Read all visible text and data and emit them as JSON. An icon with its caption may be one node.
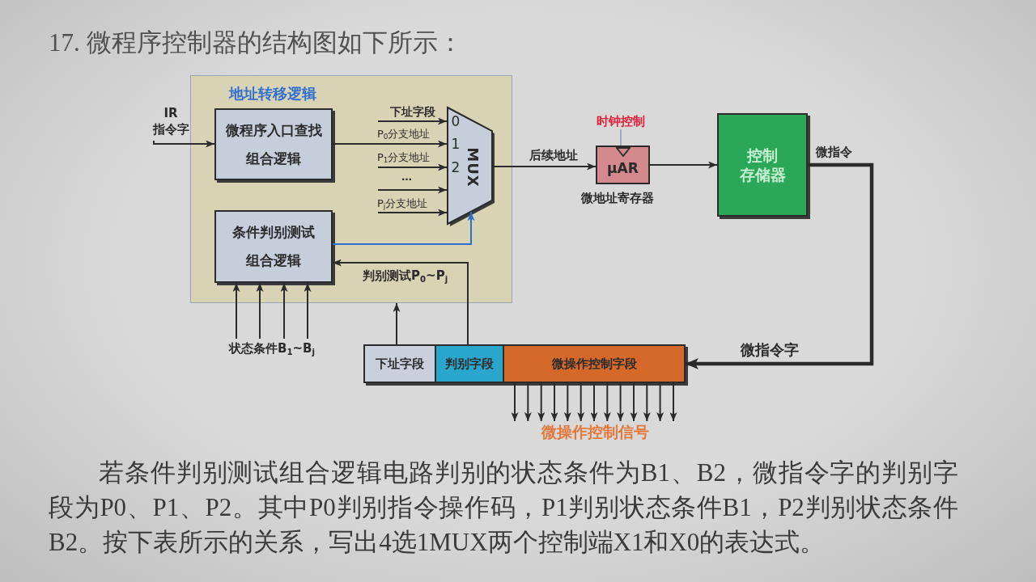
{
  "diagram": {
    "title": "17. 微程序控制器的结构图如下所示：",
    "nodes": [
      {
        "text": [
          "地址转移逻辑"
        ]
      },
      {
        "text": [
          "IR指令字"
        ]
      },
      {
        "text": [
          "微程序入口查找组合逻辑"
        ],
        "in": 0
      },
      {
        "text": [
          "0",
          "1",
          "2",
          "MUX"
        ],
        "in": 0
      },
      {
        "text": [
          "条件判别测试组合逻辑"
        ],
        "in": 0
      },
      {
        "text": [
          "μAR"
        ],
        "beside": [
          "微地址寄存器"
        ]
      },
      {
        "text": [
          "时钟控制"
        ]
      },
      {
        "text": [
          "控制存储器"
        ]
      },
      {
        "text": [
          "下址字段"
        ]
      },
      {
        "text": [
          "判别字段"
        ]
      },
      {
        "text": [
          "微操作控制字段"
        ]
      },
      {
        "text": [
          "状态条件B$_{1}$~B$_{j}$"
        ]
      },
      {
        "text": [
          "微操作控制信号"
        ]
      }
    ],
    "edges": [
      {
        "from": 1,
        "to": 2,
        "arrow": "to"
      },
      {
        "from": null,
        "to": 3,
        "arrow": "to",
        "label": "下址字段"
      },
      {
        "from": 2,
        "to": 3,
        "arrow": "to",
        "label": "P$_{0}$分支地址"
      },
      {
        "from": null,
        "to": 3,
        "arrow": "to",
        "label": "P$_{1}$分支地址"
      },
      {
        "from": null,
        "to": 3,
        "arrow": "to",
        "label": "…"
      },
      {
        "from": null,
        "to": 3,
        "arrow": "to",
        "label": "P$_{j}$分支地址"
      },
      {
        "from": 4,
        "to": 3,
        "arrow": "to",
        "color": "#2f6fd0"
      },
      {
        "from": 3,
        "to": 5,
        "arrow": "to",
        "label": "后续地址"
      },
      {
        "from": 6,
        "to": 5,
        "arrow": "none",
        "color": "#7f9bb3"
      },
      {
        "from": 5,
        "to": 7,
        "arrow": "to"
      },
      {
        "from": 7,
        "to": 10,
        "arrow": "to",
        "label": "微指令",
        "style": "thick"
      },
      {
        "from": 8,
        "to": 0,
        "arrow": "to"
      },
      {
        "from": 9,
        "to": 4,
        "arrow": "to",
        "label": "判别测试P$_{0}$~P$_{j}$"
      },
      {
        "from": 11,
        "to": 4,
        "arrow": "to"
      },
      {
        "from": 11,
        "to": 4,
        "arrow": "to"
      },
      {
        "from": 11,
        "to": 4,
        "arrow": "to"
      },
      {
        "from": 11,
        "to": 4,
        "arrow": "to"
      },
      {
        "from": 10,
        "to": 12,
        "arrow": "to"
      },
      {
        "from": 10,
        "to": 12,
        "arrow": "to"
      },
      {
        "from": 10,
        "to": 12,
        "arrow": "to"
      },
      {
        "from": 10,
        "to": 12,
        "arrow": "to"
      },
      {
        "from": 10,
        "to": 12,
        "arrow": "to"
      },
      {
        "from": 10,
        "to": 12,
        "arrow": "to"
      },
      {
        "from": 10,
        "to": 12,
        "arrow": "to"
      },
      {
        "from": 10,
        "to": 12,
        "arrow": "to"
      },
      {
        "from": 10,
        "to": 12,
        "arrow": "to"
      },
      {
        "from": 10,
        "to": 12,
        "arrow": "to"
      },
      {
        "from": 10,
        "to": 12,
        "arrow": "to"
      },
      {
        "from": 10,
        "to": 12,
        "arrow": "to"
      },
      {
        "from": 10,
        "to": 12,
        "arrow": "to"
      }
    ],
    "labels": [
      "微指令字",
      "若条件判别测试组合逻辑电路判别的状态条件为B1、B2，微指令字的判别字段为P0、P1、P2。其中P0判别指令操作码，P1判别状态条件B1，P2判别状态条件B2。按下表所示的关系，写出4选1MUX两个控制端X1和X0的表达式。"
    ]
  }
}
